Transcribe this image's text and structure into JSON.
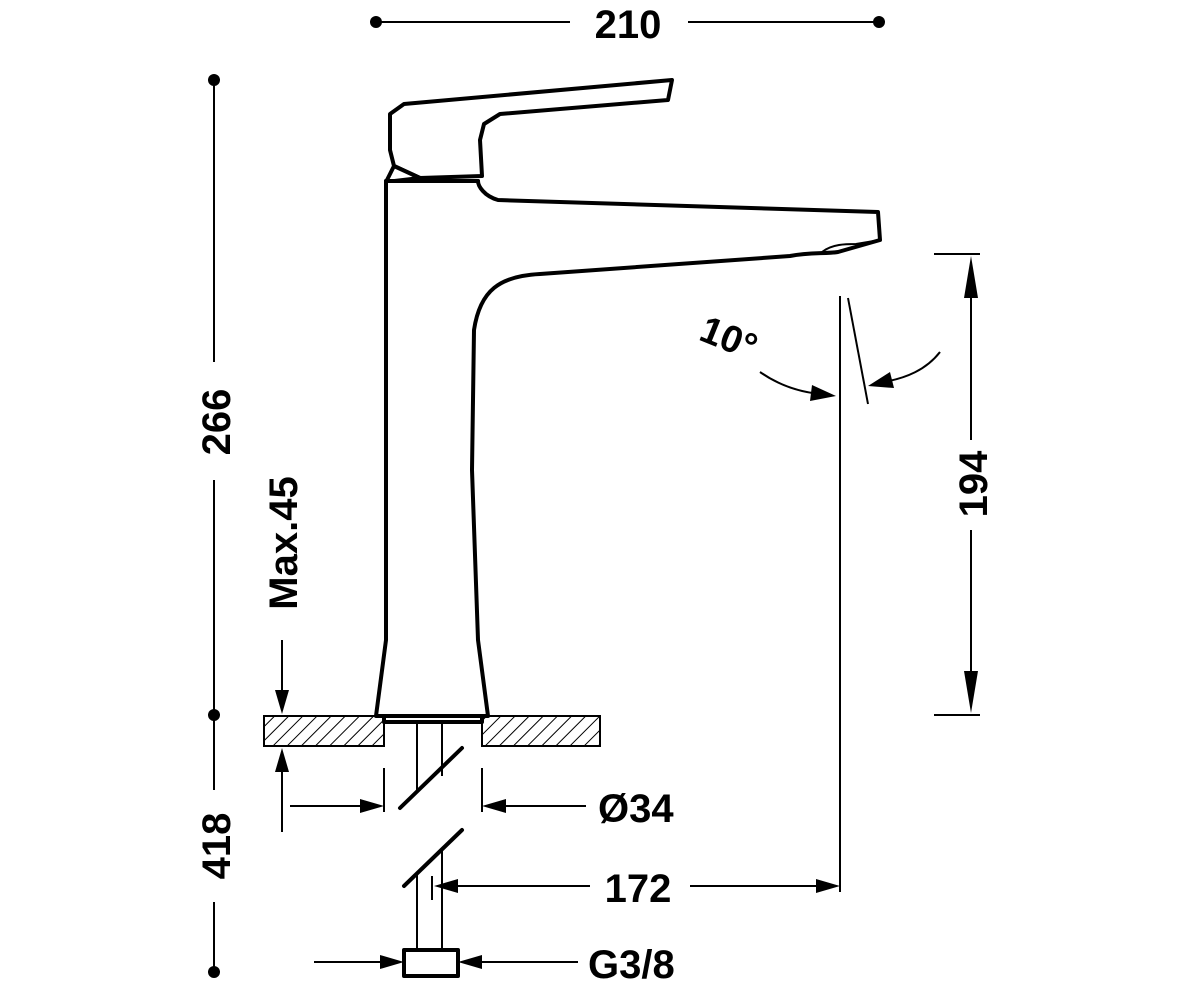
{
  "dimensions": {
    "overall_width": "210",
    "overall_height": "266",
    "spout_height": "194",
    "max_deck": "Max.45",
    "tail_length": "418",
    "base_diameter": "Ø34",
    "reach": "172",
    "connection": "G3/8",
    "angle": "10°"
  }
}
